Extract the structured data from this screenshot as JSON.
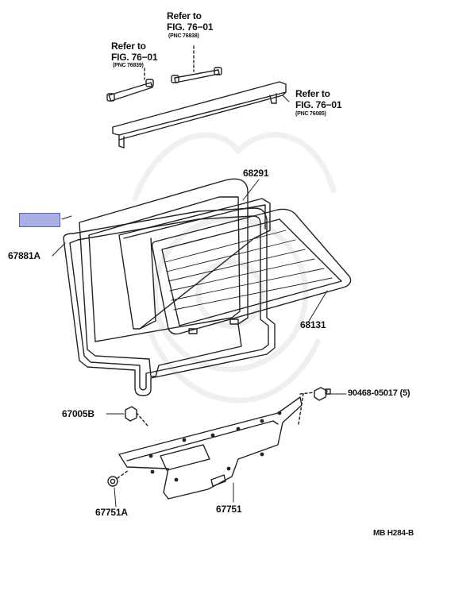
{
  "refs": {
    "top": {
      "refer": "Refer to",
      "fig": "FIG. 76−01",
      "pnc": "(PNC 76838)"
    },
    "left": {
      "refer": "Refer to",
      "fig": "FIG. 76−01",
      "pnc": "(PNC 76839)"
    },
    "right": {
      "refer": "Refer to",
      "fig": "FIG. 76−01",
      "pnc": "(PNC 76085)"
    }
  },
  "parts": {
    "p68291": "68291",
    "p67881a": "67881A",
    "p68131": "68131",
    "p90468": "90468-05017 (5)",
    "p67005b": "67005B",
    "p67751a": "67751A",
    "p67751": "67751"
  },
  "diagram_code": "MB H284-B",
  "colors": {
    "callout": "#aab0e4",
    "line": "#222222"
  }
}
